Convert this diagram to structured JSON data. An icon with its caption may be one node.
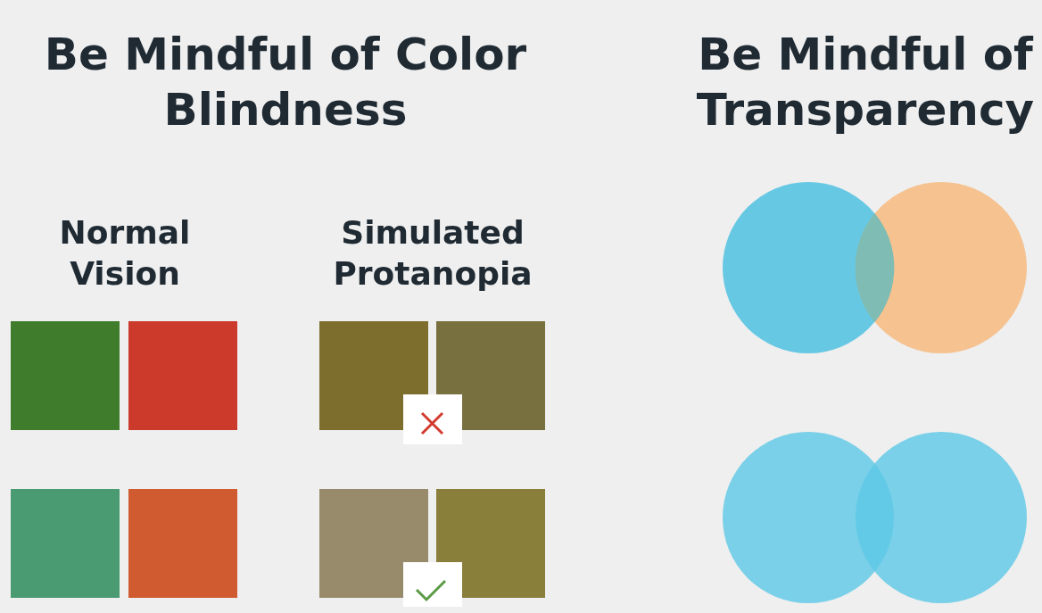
{
  "diagram": {
    "labels": [
      "Be Mindful of Color Blindness",
      "Be Mindful of Transparency",
      "Normal Vision",
      "Simulated Protanopia"
    ]
  }
}
